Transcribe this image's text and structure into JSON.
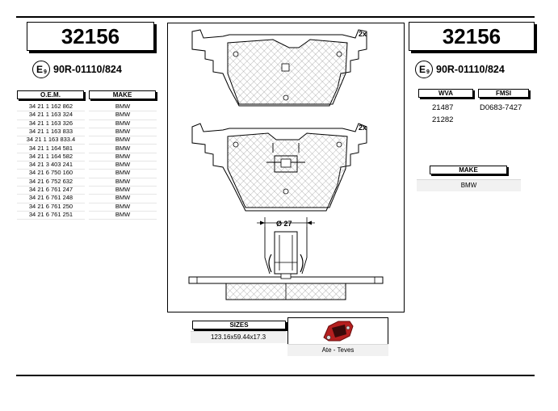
{
  "part_number": "32156",
  "ece_approval": {
    "mark": "E",
    "sub": "9",
    "code": "90R-01110/824"
  },
  "oem_table": {
    "headers": {
      "oem": "O.E.M.",
      "make": "MAKE"
    },
    "rows": [
      {
        "oem": "34 21 1 162 862",
        "make": "BMW"
      },
      {
        "oem": "34 21 1 163 324",
        "make": "BMW"
      },
      {
        "oem": "34 21 1 163 326",
        "make": "BMW"
      },
      {
        "oem": "34 21 1 163 833",
        "make": "BMW"
      },
      {
        "oem": "34 21 1 163 833.4",
        "make": "BMW"
      },
      {
        "oem": "34 21 1 164 581",
        "make": "BMW"
      },
      {
        "oem": "34 21 1 164 582",
        "make": "BMW"
      },
      {
        "oem": "34 21 3 403 241",
        "make": "BMW"
      },
      {
        "oem": "34 21 6 750 160",
        "make": "BMW"
      },
      {
        "oem": "34 21 6 752 632",
        "make": "BMW"
      },
      {
        "oem": "34 21 6 761 247",
        "make": "BMW"
      },
      {
        "oem": "34 21 6 761 248",
        "make": "BMW"
      },
      {
        "oem": "34 21 6 761 250",
        "make": "BMW"
      },
      {
        "oem": "34 21 6 761 251",
        "make": "BMW"
      }
    ]
  },
  "drawing": {
    "qty_top": "2x",
    "qty_bottom": "2x",
    "diameter": "Ø 27"
  },
  "sizes": {
    "label": "SIZES",
    "value": "123.16x59.44x17.3"
  },
  "system": {
    "label": "Ate - Teves",
    "logo_icon": "brake-caliper-icon"
  },
  "wva": {
    "label": "WVA",
    "values": [
      "21487",
      "21282"
    ]
  },
  "fmsi": {
    "label": "FMSI",
    "values": [
      "D0683-7427"
    ]
  },
  "make_box": {
    "label": "MAKE",
    "value": "BMW"
  }
}
